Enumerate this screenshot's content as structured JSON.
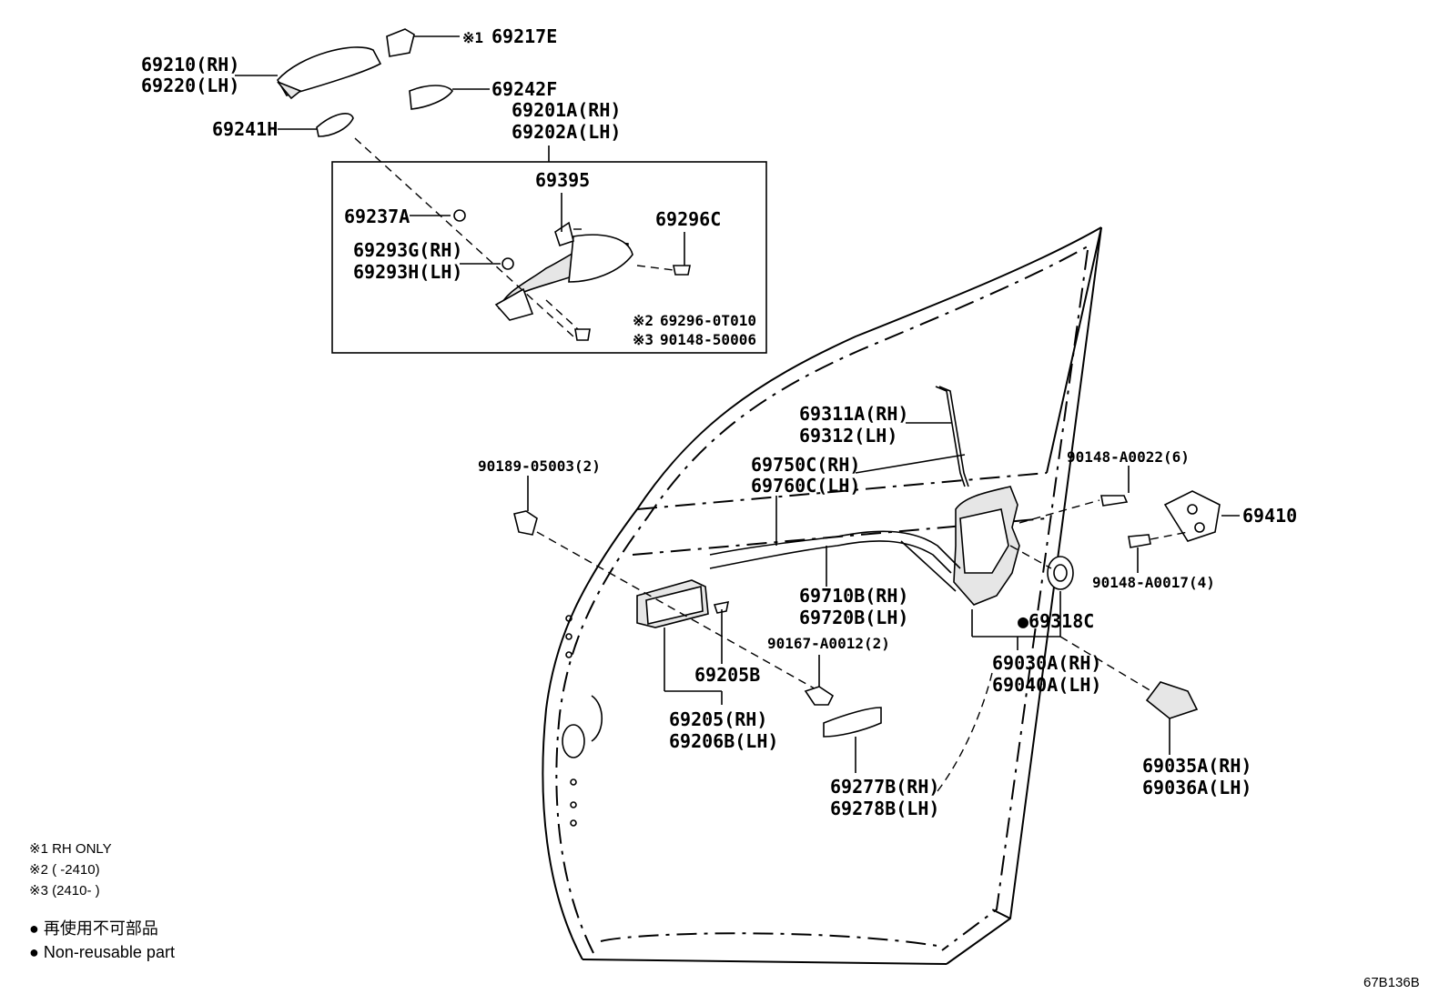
{
  "diagram": {
    "parts": {
      "p69217E": "69217E",
      "p69217E_mark": "※1",
      "p69210": "69210(RH)",
      "p69220": "69220(LH)",
      "p69242F": "69242F",
      "p69201A": "69201A(RH)",
      "p69202A": "69202A(LH)",
      "p69241H": "69241H",
      "p69395": "69395",
      "p69237A": "69237A",
      "p69296C": "69296C",
      "p69293G": "69293G(RH)",
      "p69293H": "69293H(LH)",
      "p69296_0T010": "69296-0T010",
      "p69296_mark": "※2",
      "p90148_50006": "90148-50006",
      "p90148_50006_mark": "※3",
      "p69311A": "69311A(RH)",
      "p69312": "69312(LH)",
      "p90148_A0022": "90148-A0022(6)",
      "p90189_05003": "90189-05003(2)",
      "p69750C": "69750C(RH)",
      "p69760C": "69760C(LH)",
      "p69410": "69410",
      "p90148_A0017": "90148-A0017(4)",
      "p69710B": "69710B(RH)",
      "p69720B": "69720B(LH)",
      "p69318C": "●69318C",
      "p90167_A0012": "90167-A0012(2)",
      "p69205B": "69205B",
      "p69030A": "69030A(RH)",
      "p69040A": "69040A(LH)",
      "p69205": "69205(RH)",
      "p69206B": "69206B(LH)",
      "p69035A": "69035A(RH)",
      "p69036A": "69036A(LH)",
      "p69277B": "69277B(RH)",
      "p69278B": "69278B(LH)"
    },
    "notes": {
      "n1": "※1 RH ONLY",
      "n2": "※2 (       -2410)",
      "n3": "※3 (2410-       )"
    },
    "legend": {
      "jp": "● 再使用不可部品",
      "en": "● Non-reusable part"
    },
    "reference": "67B136B"
  }
}
